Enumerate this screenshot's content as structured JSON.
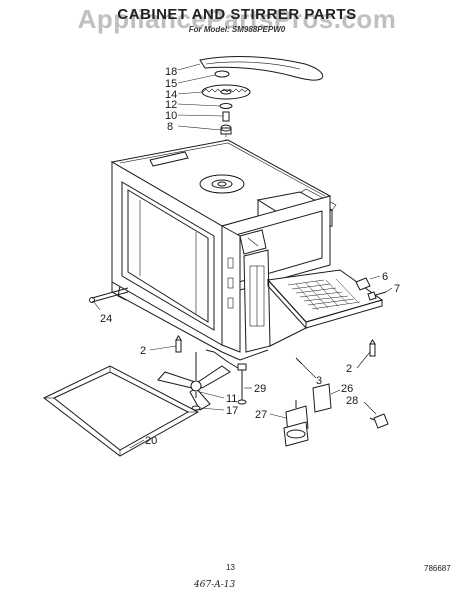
{
  "header": {
    "title": "CABINET AND STIRRER PARTS",
    "subtitle": "For Model: SM988PEPW0",
    "watermark": "AppliancePartsPros.com"
  },
  "callouts": [
    {
      "id": "c18",
      "label": "18"
    },
    {
      "id": "c15",
      "label": "15"
    },
    {
      "id": "c14",
      "label": "14"
    },
    {
      "id": "c12",
      "label": "12"
    },
    {
      "id": "c10",
      "label": "10"
    },
    {
      "id": "c8",
      "label": "8"
    },
    {
      "id": "c6",
      "label": "6"
    },
    {
      "id": "c7",
      "label": "7"
    },
    {
      "id": "c24",
      "label": "24"
    },
    {
      "id": "c2a",
      "label": "2"
    },
    {
      "id": "c2b",
      "label": "2"
    },
    {
      "id": "c3",
      "label": "3"
    },
    {
      "id": "c29",
      "label": "29"
    },
    {
      "id": "c11",
      "label": "11"
    },
    {
      "id": "c17",
      "label": "17"
    },
    {
      "id": "c26",
      "label": "26"
    },
    {
      "id": "c28",
      "label": "28"
    },
    {
      "id": "c27",
      "label": "27"
    },
    {
      "id": "c20",
      "label": "20"
    }
  ],
  "footer": {
    "page_number": "13",
    "catalog_number": "786687",
    "handwritten_note": "467-A-13"
  }
}
